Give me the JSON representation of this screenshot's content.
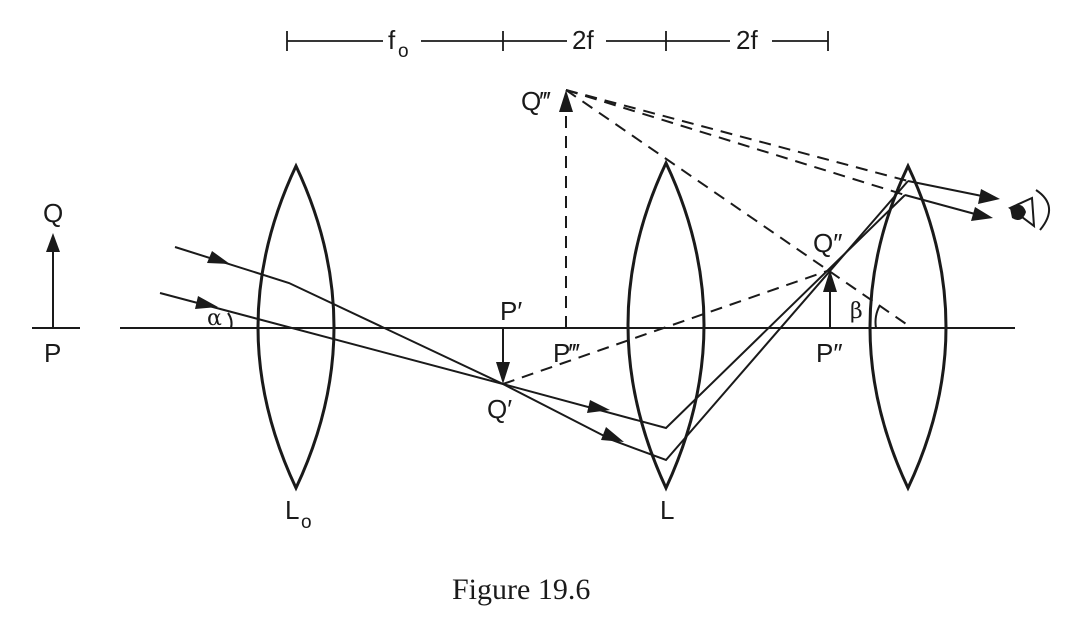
{
  "scale": {
    "segment_1": {
      "label": "f",
      "subscript": "o"
    },
    "segment_2": {
      "label": "2f"
    },
    "segment_3": {
      "label": "2f"
    }
  },
  "labels": {
    "object_top": "Q",
    "object_base": "P",
    "angle_alpha": "α",
    "angle_beta": "β",
    "image1_base": "P′",
    "image1_top": "Q′",
    "image2_top": "Q″",
    "image2_base": "P″",
    "image3_top": "Q‴",
    "image3_base": "P‴",
    "objective_lens": {
      "label": "L",
      "subscript": "o"
    },
    "middle_lens": "L"
  },
  "caption": "Figure 19.6",
  "icons": {
    "eye": "eye-icon"
  }
}
